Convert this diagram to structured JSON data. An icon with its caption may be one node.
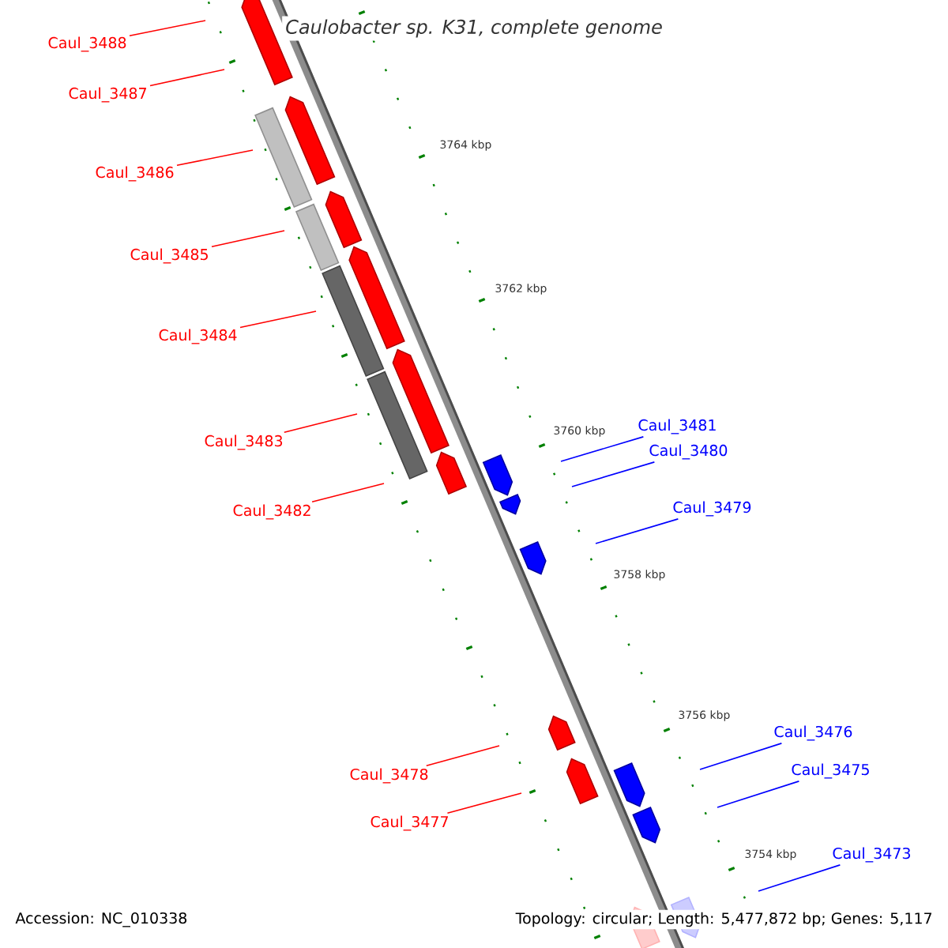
{
  "diagram": {
    "title": "Caulobacter sp. K31, complete genome",
    "nodes": [
      {
        "text": [
          "Caul_3488"
        ]
      },
      {
        "text": [
          "Caul_3487"
        ]
      },
      {
        "text": [
          "Caul_3486"
        ]
      },
      {
        "text": [
          "Caul_3485"
        ]
      },
      {
        "text": [
          "Caul_3484"
        ]
      },
      {
        "text": [
          "Caul_3483"
        ]
      },
      {
        "text": [
          "Caul_3482"
        ]
      },
      {
        "text": [
          "Caul_3481"
        ]
      },
      {
        "text": [
          "Caul_3480"
        ]
      },
      {
        "text": [
          "Caul_3479"
        ]
      },
      {
        "text": [
          "Caul_3478"
        ]
      },
      {
        "text": [
          "Caul_3477"
        ]
      },
      {
        "text": [
          "Caul_3476"
        ]
      },
      {
        "text": [
          "Caul_3475"
        ]
      },
      {
        "text": [
          "Caul_3473"
        ]
      }
    ],
    "edges": [
      {
        "from": 0,
        "to": null,
        "arrow": "none"
      },
      {
        "from": 1,
        "to": null,
        "arrow": "none"
      },
      {
        "from": 2,
        "to": null,
        "arrow": "none"
      },
      {
        "from": 3,
        "to": null,
        "arrow": "none"
      },
      {
        "from": 4,
        "to": null,
        "arrow": "none"
      },
      {
        "from": 5,
        "to": null,
        "arrow": "none"
      },
      {
        "from": 6,
        "to": null,
        "arrow": "none"
      },
      {
        "from": 7,
        "to": null,
        "arrow": "none",
        "color": "#0000ff"
      },
      {
        "from": 8,
        "to": null,
        "arrow": "none",
        "color": "#0000ff"
      },
      {
        "from": 9,
        "to": null,
        "arrow": "none",
        "color": "#0000ff"
      },
      {
        "from": 10,
        "to": null,
        "arrow": "none"
      },
      {
        "from": 11,
        "to": null,
        "arrow": "none"
      },
      {
        "from": 12,
        "to": null,
        "arrow": "none",
        "color": "#0000ff"
      },
      {
        "from": 13,
        "to": null,
        "arrow": "none",
        "color": "#0000ff"
      },
      {
        "from": 14,
        "to": null,
        "arrow": "none",
        "color": "#0000ff"
      }
    ],
    "labels": [
      "3764 kbp",
      "3762 kbp",
      "3760 kbp",
      "3758 kbp",
      "3756 kbp",
      "3754 kbp",
      "Accession: NC_010338",
      "Topology: circular; Length: 5,477,872 bp; Genes: 5,117"
    ]
  }
}
